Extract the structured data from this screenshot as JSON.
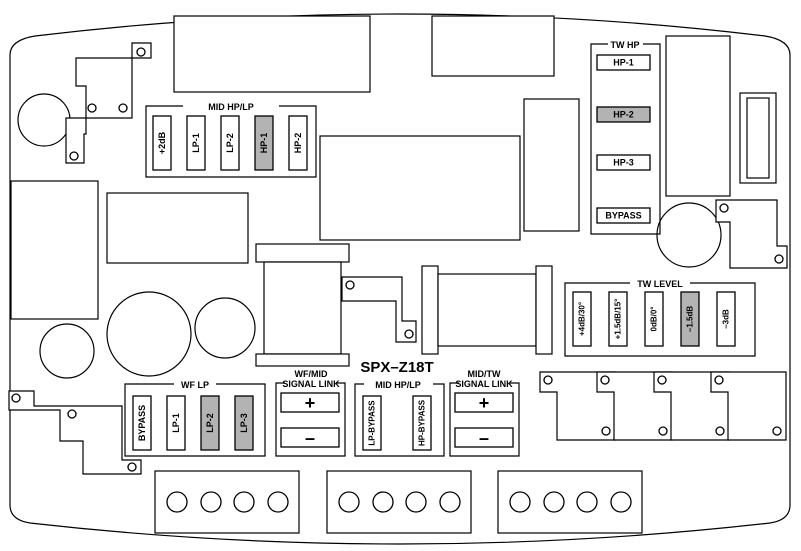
{
  "model": "SPX–Z18T",
  "colors": {
    "line": "#000000",
    "background": "#ffffff",
    "selected": "#b3b3b3"
  },
  "mid_hp_lp_top": {
    "title": "MID HP/LP",
    "options": [
      {
        "label": "+2dB",
        "selected": false
      },
      {
        "label": "LP-1",
        "selected": false
      },
      {
        "label": "LP-2",
        "selected": false
      },
      {
        "label": "HP-1",
        "selected": true
      },
      {
        "label": "HP-2",
        "selected": false
      }
    ]
  },
  "tw_hp": {
    "title": "TW HP",
    "options": [
      {
        "label": "HP-1",
        "selected": false
      },
      {
        "label": "HP-2",
        "selected": true
      },
      {
        "label": "HP-3",
        "selected": false
      },
      {
        "label": "BYPASS",
        "selected": false
      }
    ]
  },
  "tw_level": {
    "title": "TW LEVEL",
    "options": [
      {
        "label": "+4dB/30°",
        "selected": false
      },
      {
        "label": "+1.5dB/15°",
        "selected": false
      },
      {
        "label": "0dB/0°",
        "selected": false
      },
      {
        "label": "–1.5dB",
        "selected": true
      },
      {
        "label": "–3dB",
        "selected": false
      }
    ]
  },
  "wf_lp": {
    "title": "WF LP",
    "options": [
      {
        "label": "BYPASS",
        "selected": false
      },
      {
        "label": "LP-1",
        "selected": false
      },
      {
        "label": "LP-2",
        "selected": true
      },
      {
        "label": "LP-3",
        "selected": true
      }
    ]
  },
  "wf_mid_link": {
    "title_1": "WF/MID",
    "title_2": "SIGNAL LINK",
    "plus": "+",
    "minus": "–"
  },
  "mid_hp_lp_bottom": {
    "title": "MID HP/LP",
    "options": [
      {
        "label": "LP-BYPASS",
        "selected": false
      },
      {
        "label": "HP-BYPASS",
        "selected": false
      }
    ]
  },
  "mid_tw_link": {
    "title_1": "MID/TW",
    "title_2": "SIGNAL LINK",
    "plus": "+",
    "minus": "–"
  }
}
